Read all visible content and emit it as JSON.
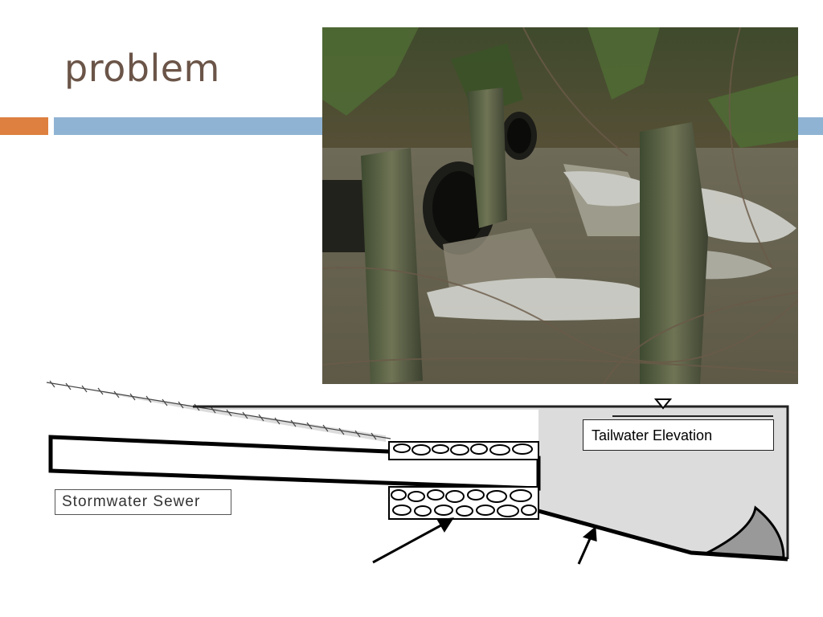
{
  "slide": {
    "title": "problem",
    "accent_orange": "#dd8040",
    "accent_blue": "#8fb3d3",
    "title_color": "#6b5548"
  },
  "photo": {
    "subject": "culvert-outfall-photo"
  },
  "diagram": {
    "tailwater_label": "Tailwater Elevation",
    "sewer_label": "Stormwater Sewer",
    "water_color": "#dcdcdc"
  }
}
